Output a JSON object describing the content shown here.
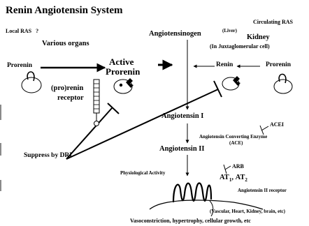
{
  "title": "Renin Angiotensin System",
  "local_ras": {
    "label": "Local RAS",
    "mark": "?"
  },
  "circulating_ras": "Circulating RAS",
  "various_organs": "Various organs",
  "prorenin_left": "Prorenin",
  "active_prorenin": [
    "Active",
    "Prorenin"
  ],
  "prorenin_receptor": [
    "(pro)renin",
    "receptor"
  ],
  "angiotensinogen": "Angiotensinogen",
  "liver": "(Liver)",
  "kidney": "Kidney",
  "juxtaglomerular": "(In Juxtaglomerular  cell)",
  "renin": "Renin",
  "prorenin_right": "Prorenin",
  "angiotensin_1": "Angiotensin I",
  "acei": "ACEI",
  "ace": [
    "Angiotensin Converting Enzyme",
    "(ACE)"
  ],
  "angiotensin_2": "Angiotensin II",
  "suppress": "Suppress by DRI",
  "physiological": "Physiological Activity",
  "arb": "ARB",
  "at_receptor": {
    "at1": "AT",
    "sub1": "1",
    "sep": ",",
    "at2": "AT",
    "sub2": "2"
  },
  "at2_receptor": "Angiotensin  II receptor",
  "vascular": "(Vascular, Heart, Kidney, brain, etc)",
  "effects": "Vasoconstriction, hypertrophy, cellular growth, etc"
}
